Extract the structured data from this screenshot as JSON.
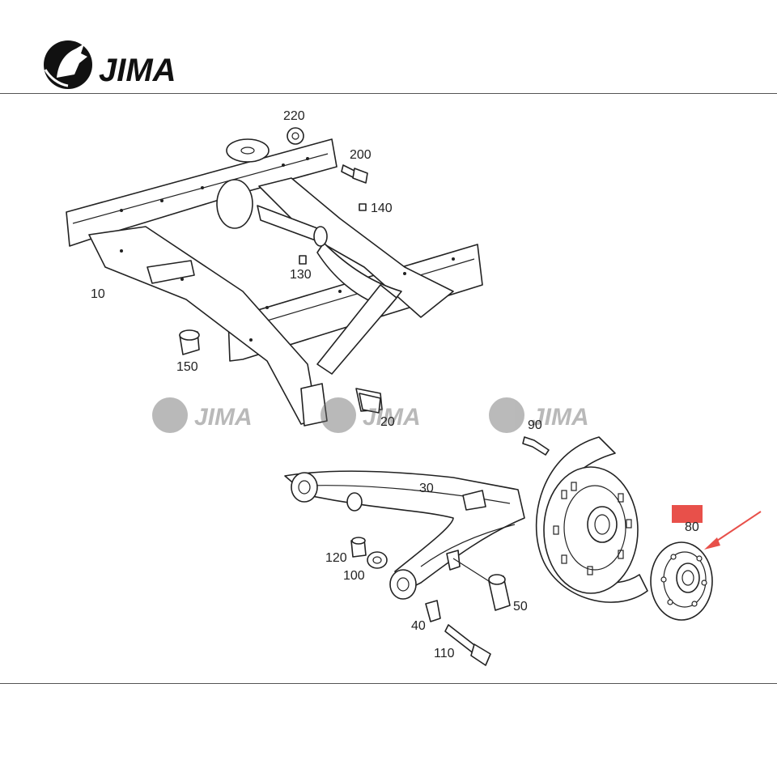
{
  "brand": {
    "name": "JIMA",
    "logo_icon": "horse-head-icon"
  },
  "watermarks": [
    {
      "text": "JIMA",
      "icon": "horse-head-icon"
    },
    {
      "text": "JIMA",
      "icon": "horse-head-icon"
    },
    {
      "text": "JIMA",
      "icon": "horse-head-icon"
    }
  ],
  "part_labels": [
    "220",
    "200",
    "140",
    "130",
    "10",
    "150",
    "20",
    "90",
    "30",
    "80",
    "120",
    "100",
    "50",
    "40",
    "110"
  ],
  "highlight": {
    "part": "80",
    "marker_color": "#e8504a",
    "arrow_color": "#e8504a"
  }
}
